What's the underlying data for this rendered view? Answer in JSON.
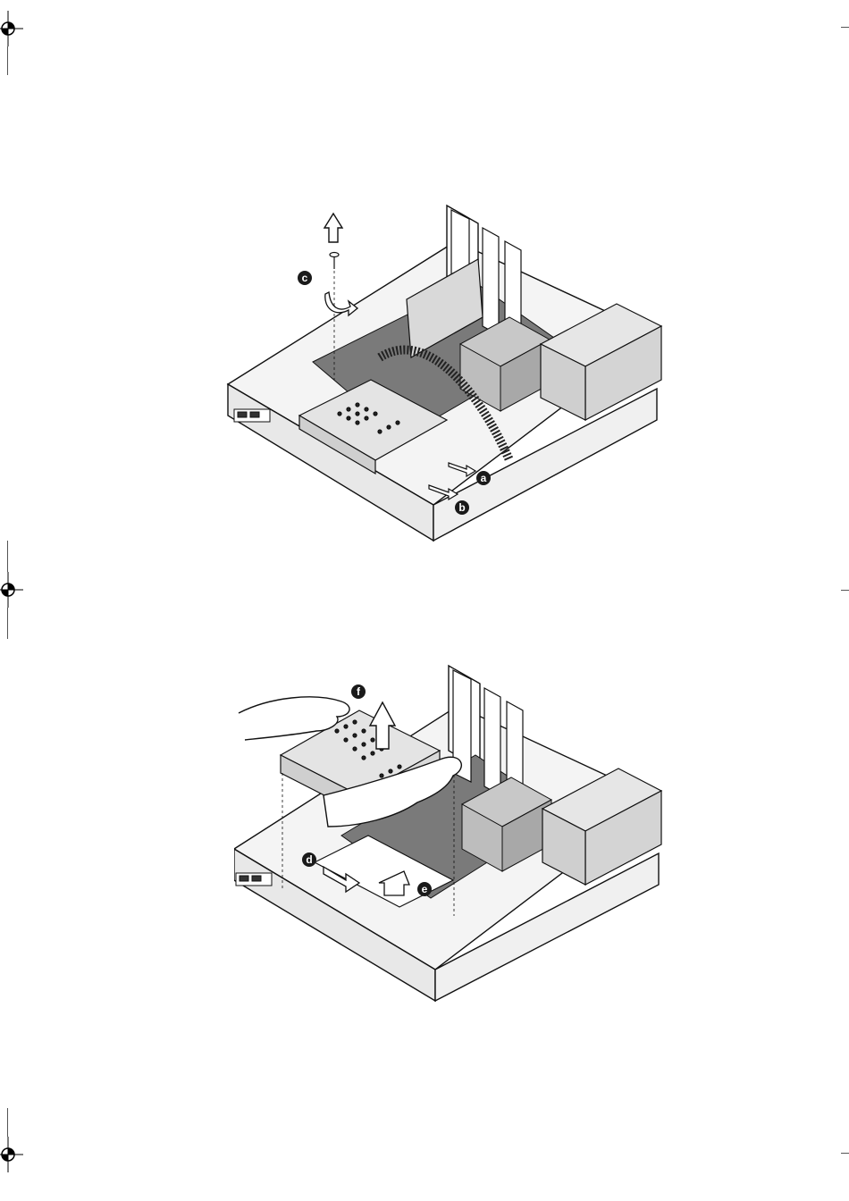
{
  "page": {
    "background": "#ffffff",
    "ink": "#111111",
    "board_gray": "#7a7a7a",
    "panel_gray": "#d9d9d9"
  },
  "figure_top": {
    "callouts": [
      {
        "letter": "a"
      },
      {
        "letter": "b"
      },
      {
        "letter": "c"
      }
    ]
  },
  "figure_bottom": {
    "callouts": [
      {
        "letter": "d"
      },
      {
        "letter": "e"
      },
      {
        "letter": "f"
      }
    ]
  },
  "icons": [
    "registration-mark-icon",
    "crop-mark-icon",
    "up-arrow-icon",
    "screw-icon",
    "hand-icon"
  ]
}
